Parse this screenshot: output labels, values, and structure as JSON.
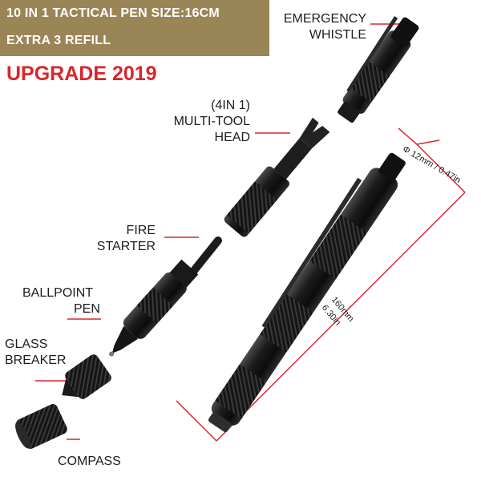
{
  "banner": {
    "line1": "10 IN 1 TACTICAL PEN SIZE:16CM",
    "line2": "EXTRA 3 REFILL"
  },
  "headline": "UPGRADE 2019",
  "labels": {
    "emergency_whistle": [
      "EMERGENCY",
      "WHISTLE"
    ],
    "multi_tool_head": [
      "(4IN 1)",
      "MULTI-TOOL",
      "HEAD"
    ],
    "fire_starter": [
      "FIRE",
      "STARTER"
    ],
    "ballpoint_pen": [
      "BALLPOINT",
      "PEN"
    ],
    "glass_breaker": [
      "GLASS",
      "BREAKER"
    ],
    "compass": "COMPASS"
  },
  "dimensions": {
    "diameter": "Φ 12mm / 0.47in",
    "length_mm": "160mm",
    "length_in": "6.30in"
  },
  "colors": {
    "banner_bg": "#9a8557",
    "headline": "#d8262a",
    "pointer_line": "#d8262a",
    "metal": "#1a1a1a"
  }
}
